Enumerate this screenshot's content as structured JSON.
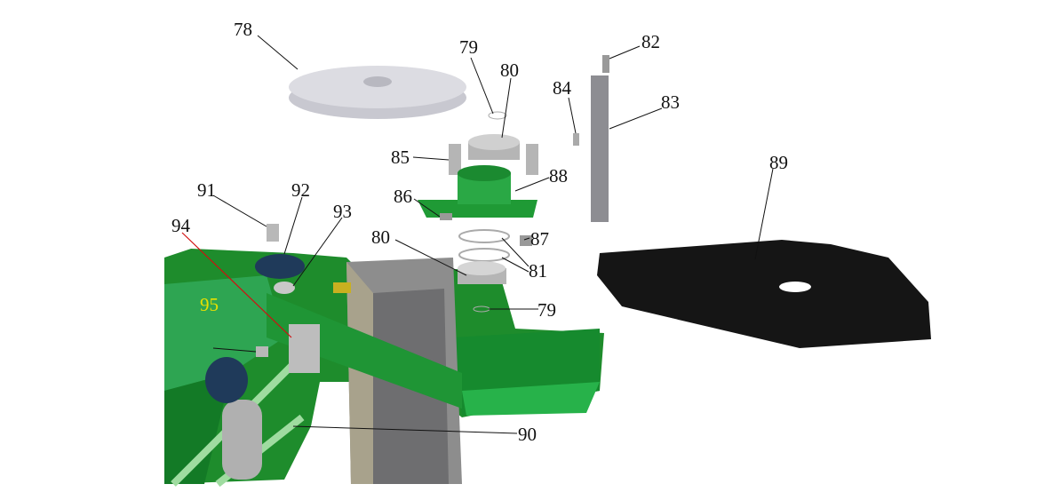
{
  "callouts": {
    "c78": "78",
    "c79a": "79",
    "c80a": "80",
    "c82": "82",
    "c84": "84",
    "c83": "83",
    "c85": "85",
    "c88": "88",
    "c89": "89",
    "c86": "86",
    "c87": "87",
    "c81": "81",
    "c80b": "80",
    "c79b": "79",
    "c91": "91",
    "c92": "92",
    "c93": "93",
    "c94": "94",
    "c95": "95",
    "c90": "90"
  },
  "colors": {
    "frame": "#1e8c2c",
    "bearing_housing": "#1f9a35",
    "plate": "#151515",
    "highlight_label": "#e8e000",
    "leader_94": "#d01010"
  }
}
